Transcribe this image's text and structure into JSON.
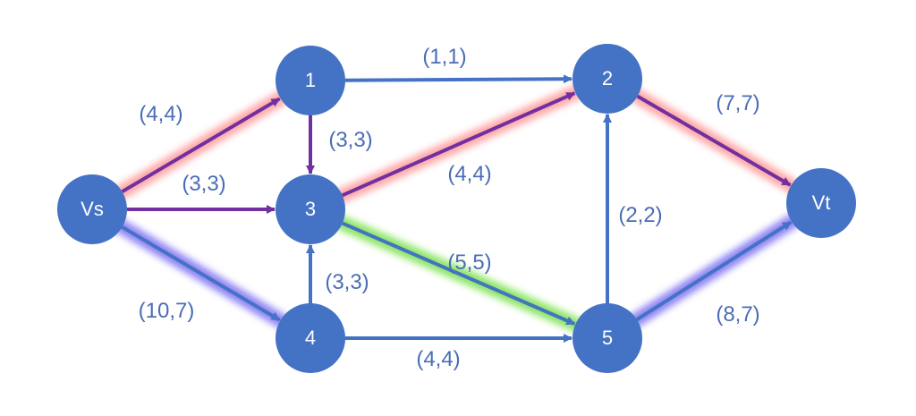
{
  "colors": {
    "node": "#4472c4",
    "edge_blue": "#4472c4",
    "edge_purple": "#7030a0",
    "glow_red": "#ff8a8a",
    "glow_yellow": "#ffff40",
    "glow_green": "#66dd33",
    "glow_blue": "#6a5cf0",
    "label": "#4a6db5"
  },
  "nodes": [
    {
      "id": "Vs",
      "label": "Vs"
    },
    {
      "id": "1",
      "label": "1"
    },
    {
      "id": "2",
      "label": "2"
    },
    {
      "id": "3",
      "label": "3"
    },
    {
      "id": "4",
      "label": "4"
    },
    {
      "id": "5",
      "label": "5"
    },
    {
      "id": "Vt",
      "label": "Vt"
    }
  ],
  "edges": [
    {
      "from": "Vs",
      "to": "1",
      "label": "(4,4)",
      "color": "purple",
      "glow": "red"
    },
    {
      "from": "1",
      "to": "2",
      "label": "(1,1)",
      "color": "blue",
      "glow": "none"
    },
    {
      "from": "1",
      "to": "3",
      "label": "(3,3)",
      "color": "purple",
      "glow": "red"
    },
    {
      "from": "Vs",
      "to": "3",
      "label": "(3,3)",
      "color": "purple",
      "glow": "yellow"
    },
    {
      "from": "3",
      "to": "2",
      "label": "(4,4)",
      "color": "purple",
      "glow": "red"
    },
    {
      "from": "2",
      "to": "Vt",
      "label": "(7,7)",
      "color": "purple",
      "glow": "red"
    },
    {
      "from": "Vs",
      "to": "4",
      "label": "(10,7)",
      "color": "blue",
      "glow": "blue"
    },
    {
      "from": "4",
      "to": "3",
      "label": "(3,3)",
      "color": "blue",
      "glow": "green"
    },
    {
      "from": "3",
      "to": "5",
      "label": "(5,5)",
      "color": "blue",
      "glow": "green"
    },
    {
      "from": "4",
      "to": "5",
      "label": "(4,4)",
      "color": "blue",
      "glow": "blue"
    },
    {
      "from": "5",
      "to": "2",
      "label": "(2,2)",
      "color": "blue",
      "glow": "none"
    },
    {
      "from": "5",
      "to": "Vt",
      "label": "(8,7)",
      "color": "blue",
      "glow": "blue"
    }
  ]
}
